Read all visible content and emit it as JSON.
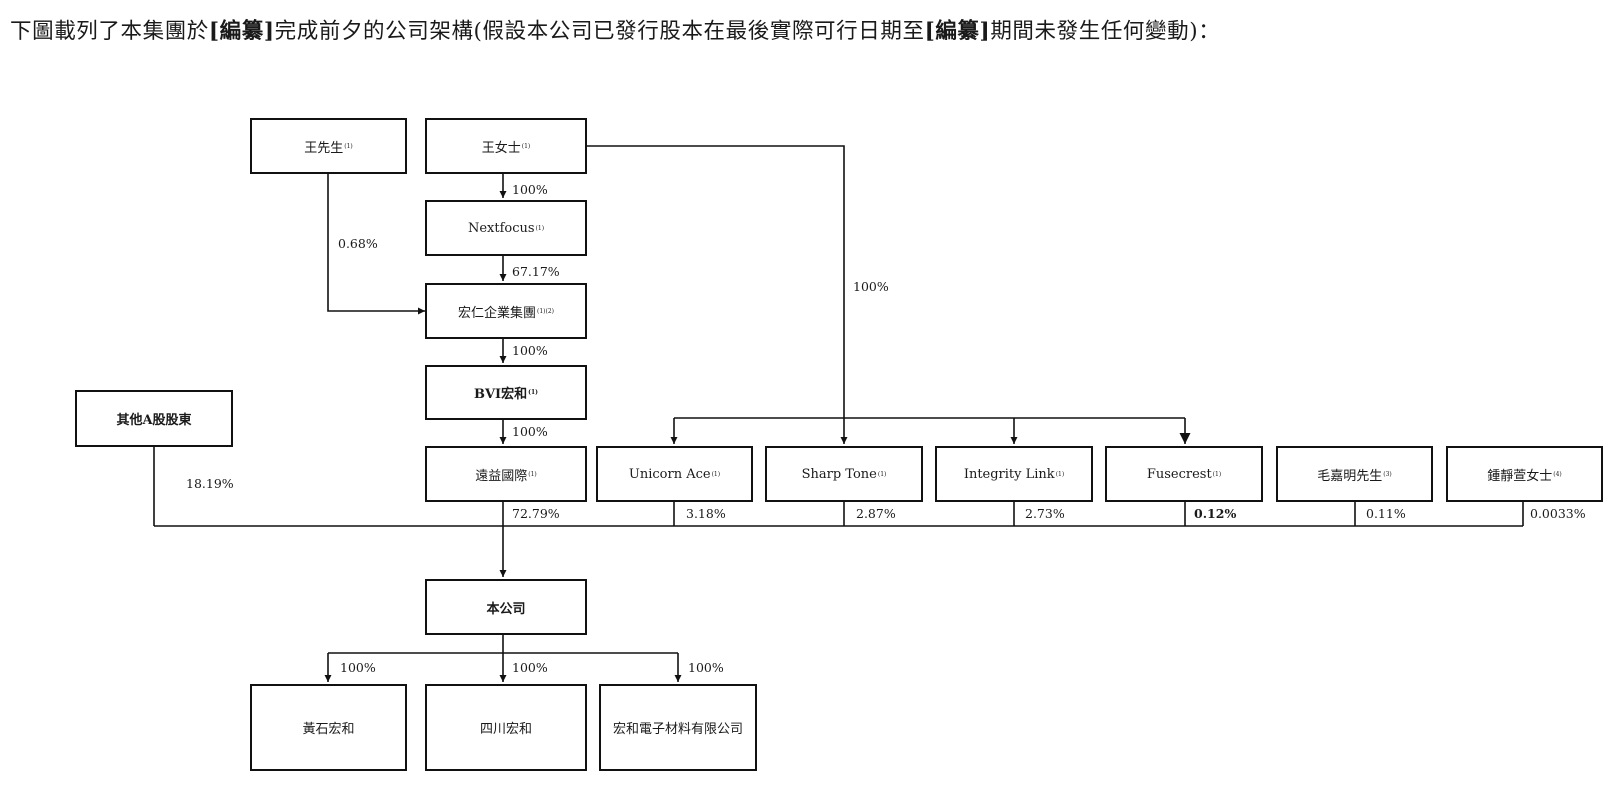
{
  "intro": {
    "p1": "下圖載列了本集團於",
    "r1": "[編纂]",
    "p2": "完成前夕的公司架構(假設本公司已發行股本在最後實際可行日期至",
    "r2": "[編纂]",
    "p3": "期間未發生任何變動)："
  },
  "nodes": {
    "mr_wang": {
      "label": "王先生",
      "note": "(1)"
    },
    "ms_wang": {
      "label": "王女士",
      "note": "(1)"
    },
    "nextfocus": {
      "label": "Nextfocus",
      "note": "(1)"
    },
    "hongren_group": {
      "label": "宏仁企業集團",
      "note": "(1)(2)"
    },
    "bvi_honghe": {
      "label": "BVI宏和",
      "note": "(1)"
    },
    "yuanyi": {
      "label": "遠益國際",
      "note": "(1)"
    },
    "other_a": {
      "label": "其他A股股東",
      "note": ""
    },
    "unicorn": {
      "label": "Unicorn Ace",
      "note": "(1)"
    },
    "sharp": {
      "label": "Sharp Tone",
      "note": "(1)"
    },
    "integrity": {
      "label": "Integrity Link",
      "note": "(1)"
    },
    "fusecrest": {
      "label": "Fusecrest",
      "note": "(1)"
    },
    "mao": {
      "label": "毛嘉明先生",
      "note": "(3)"
    },
    "zhong": {
      "label": "鍾靜萱女士",
      "note": "(4)"
    },
    "company": {
      "label": "本公司",
      "note": ""
    },
    "huangshi": {
      "label": "黃石宏和",
      "note": ""
    },
    "sichuan": {
      "label": "四川宏和",
      "note": ""
    },
    "electronic": {
      "label": "宏和電子材料有限公司",
      "note": ""
    }
  },
  "percentages": {
    "ms_wang_to_nextfocus": "100%",
    "mr_wang_to_hongren": "0.68%",
    "nextfocus_to_hongren": "67.17%",
    "ms_wang_to_four": "100%",
    "hongren_to_bvi": "100%",
    "bvi_to_yuanyi": "100%",
    "other_a": "18.19%",
    "yuanyi": "72.79%",
    "unicorn": "3.18%",
    "sharp": "2.87%",
    "integrity": "2.73%",
    "fusecrest": "0.12%",
    "mao": "0.11%",
    "zhong": "0.0033%",
    "company_to_huangshi": "100%",
    "company_to_sichuan": "100%",
    "company_to_electronic": "100%"
  }
}
